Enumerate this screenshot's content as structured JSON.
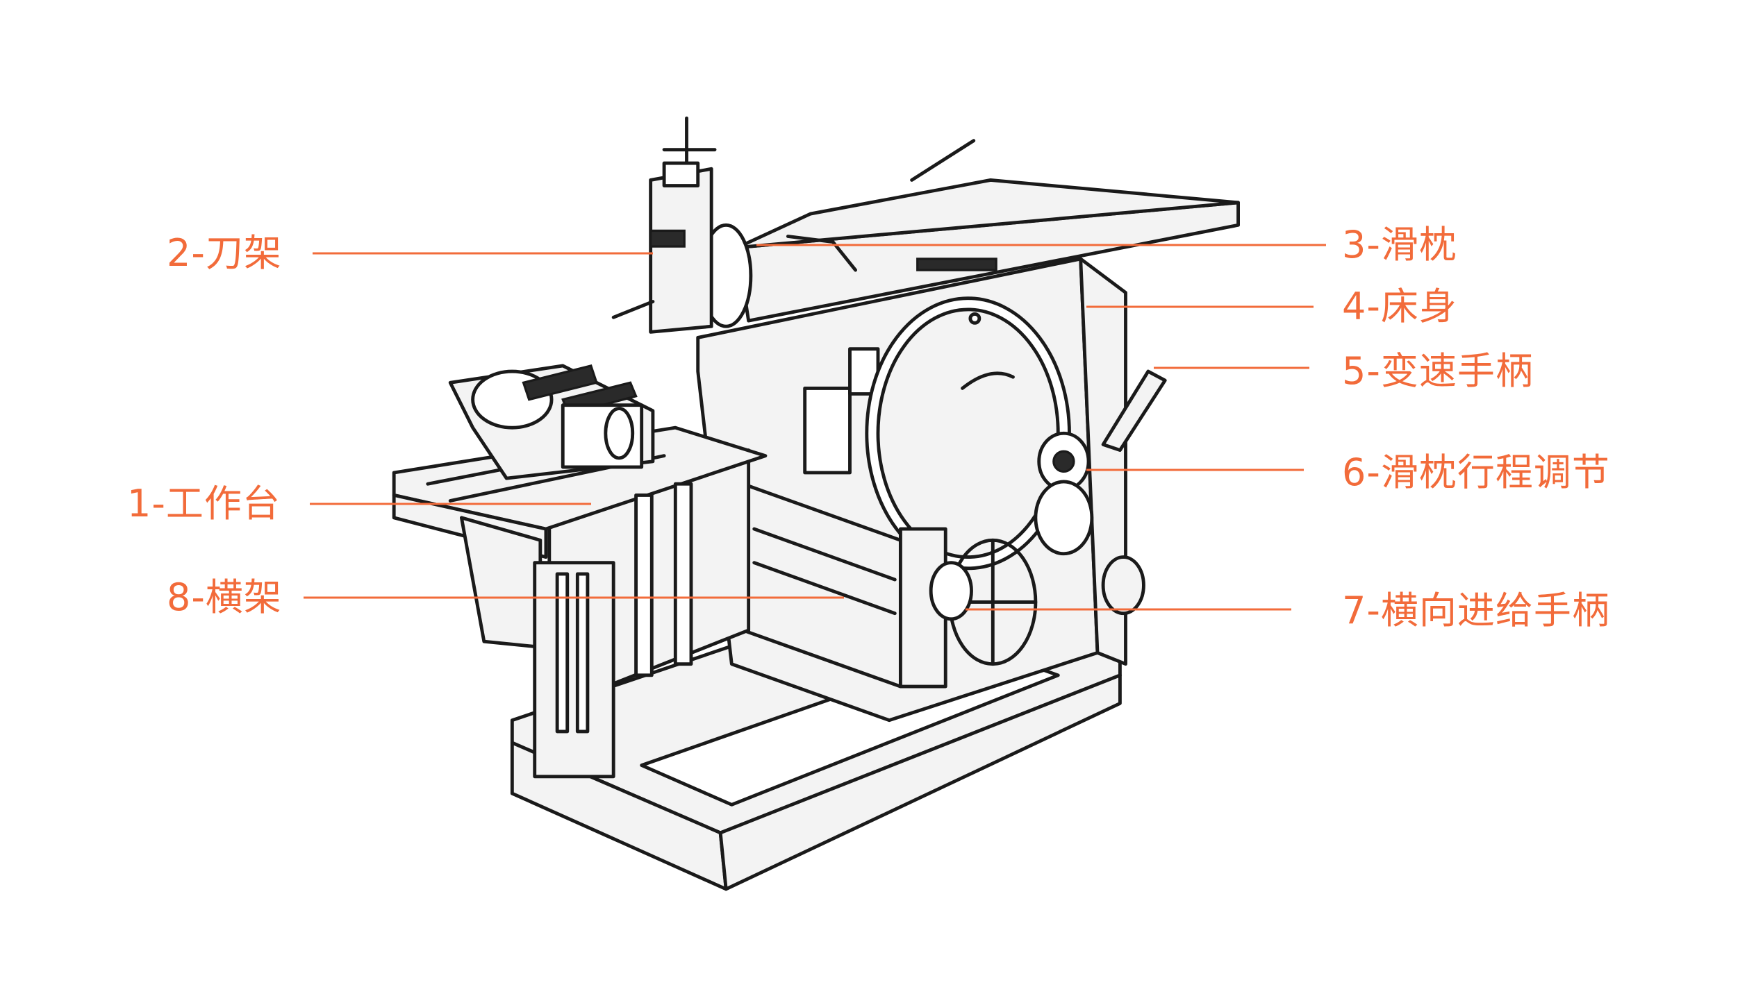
{
  "accent_color": "#F26B3A",
  "labels": {
    "tool_holder": "2-刀架",
    "worktable": "1-工作台",
    "crossrail": "8-横架",
    "ram": "3-滑枕",
    "bed": "4-床身",
    "speed_lever": "5-变速手柄",
    "ram_stroke_adjust": "6-滑枕行程调节",
    "cross_feed_handle": "7-横向进给手柄"
  }
}
